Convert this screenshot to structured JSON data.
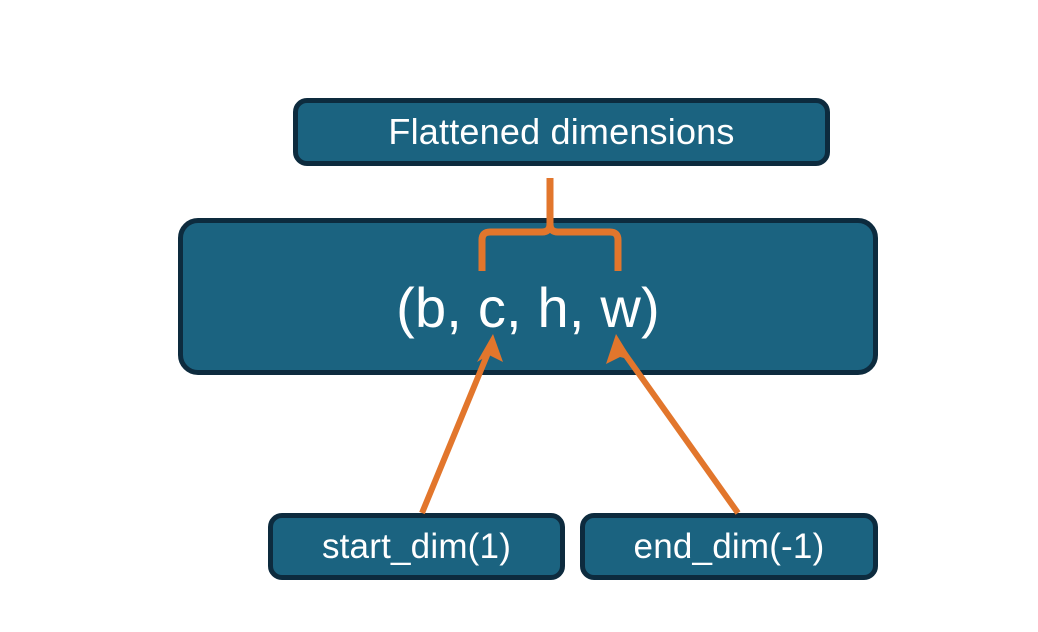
{
  "diagram": {
    "title_node": "Flattened dimensions",
    "shape_node": "(b, c, h, w)",
    "start_dim_node": "start_dim(1)",
    "end_dim_node": "end_dim(-1)"
  },
  "colors": {
    "node_fill": "#1B6380",
    "node_border": "#0D2B3E",
    "connector": "#E2762C",
    "node_text": "#FFFFFF",
    "background": "#FFFFFF"
  }
}
